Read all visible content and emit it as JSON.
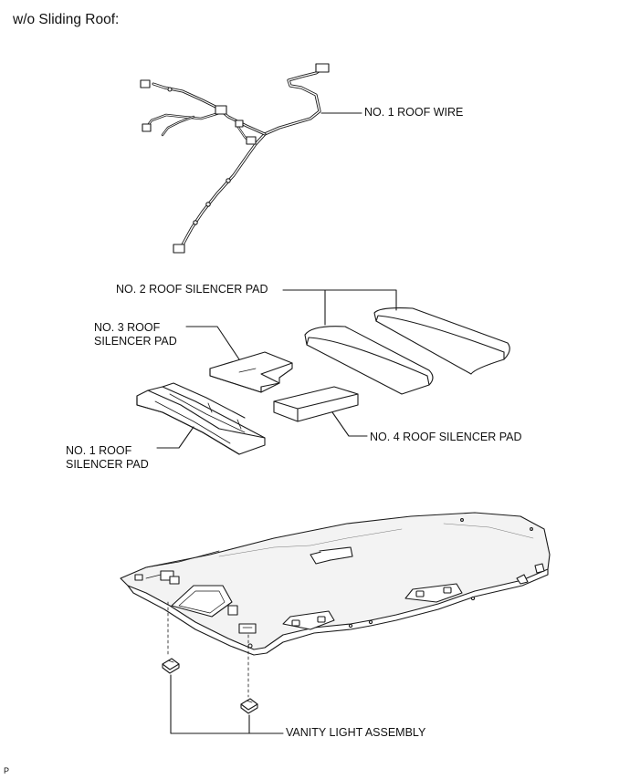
{
  "heading": "w/o Sliding Roof:",
  "labels": {
    "roof_wire": "NO. 1 ROOF WIRE",
    "pad2": "NO. 2 ROOF SILENCER PAD",
    "pad3": "NO. 3 ROOF SILENCER PAD",
    "pad1": "NO. 1 ROOF SILENCER PAD",
    "pad4": "NO. 4 ROOF SILENCER PAD",
    "vanity": "VANITY LIGHT ASSEMBLY"
  },
  "figure_code": "P",
  "colors": {
    "line": "#1a1a1a",
    "fill": "#ffffff",
    "shade": "#e9e9e9",
    "text": "#111111"
  }
}
